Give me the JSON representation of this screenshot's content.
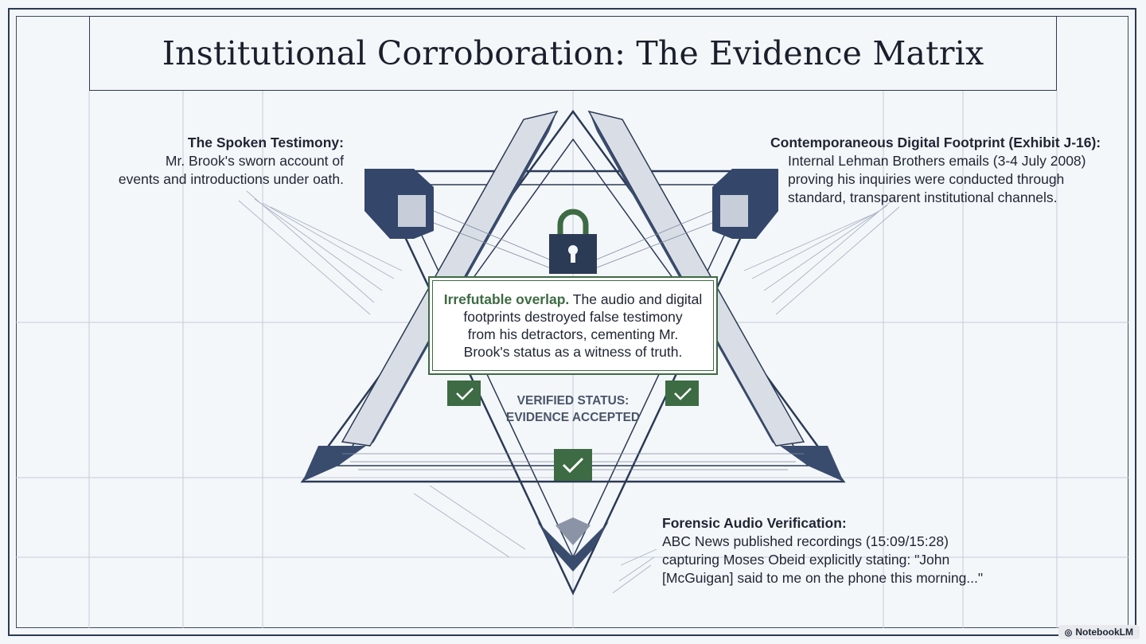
{
  "title": "Institutional Corroboration: The Evidence Matrix",
  "callouts": {
    "left": {
      "heading": "The Spoken Testimony:",
      "lines": [
        "Mr. Brook's sworn account of",
        "events and introductions under oath."
      ]
    },
    "right": {
      "heading": "Contemporaneous Digital Footprint (Exhibit J-16):",
      "lines": [
        "Internal Lehman Brothers emails (3-4 July 2008)",
        "proving his inquiries were conducted through",
        "standard, transparent institutional channels."
      ]
    },
    "bottom": {
      "heading": "Forensic Audio Verification:",
      "lines": [
        "ABC News published recordings (15:09/15:28)",
        "capturing Moses Obeid explicitly stating: \"John",
        "[McGuigan] said to me on the phone this morning...\""
      ]
    }
  },
  "center": {
    "highlight": "Irrefutable overlap.",
    "line1_rest": " The audio and digital",
    "lines": [
      "footprints destroyed false testimony",
      "from his detractors, cementing Mr.",
      "Brook's status as a witness of truth."
    ]
  },
  "status": {
    "line1": "VERIFIED STATUS:",
    "line2": "EVIDENCE ACCEPTED"
  },
  "brand": "NotebookLM",
  "icons": [
    "lock-icon",
    "checkmark-icon",
    "notebooklm-icon"
  ],
  "colors": {
    "navy": "#2b3a55",
    "green": "#3d6b43",
    "background": "#f4f7fa"
  }
}
